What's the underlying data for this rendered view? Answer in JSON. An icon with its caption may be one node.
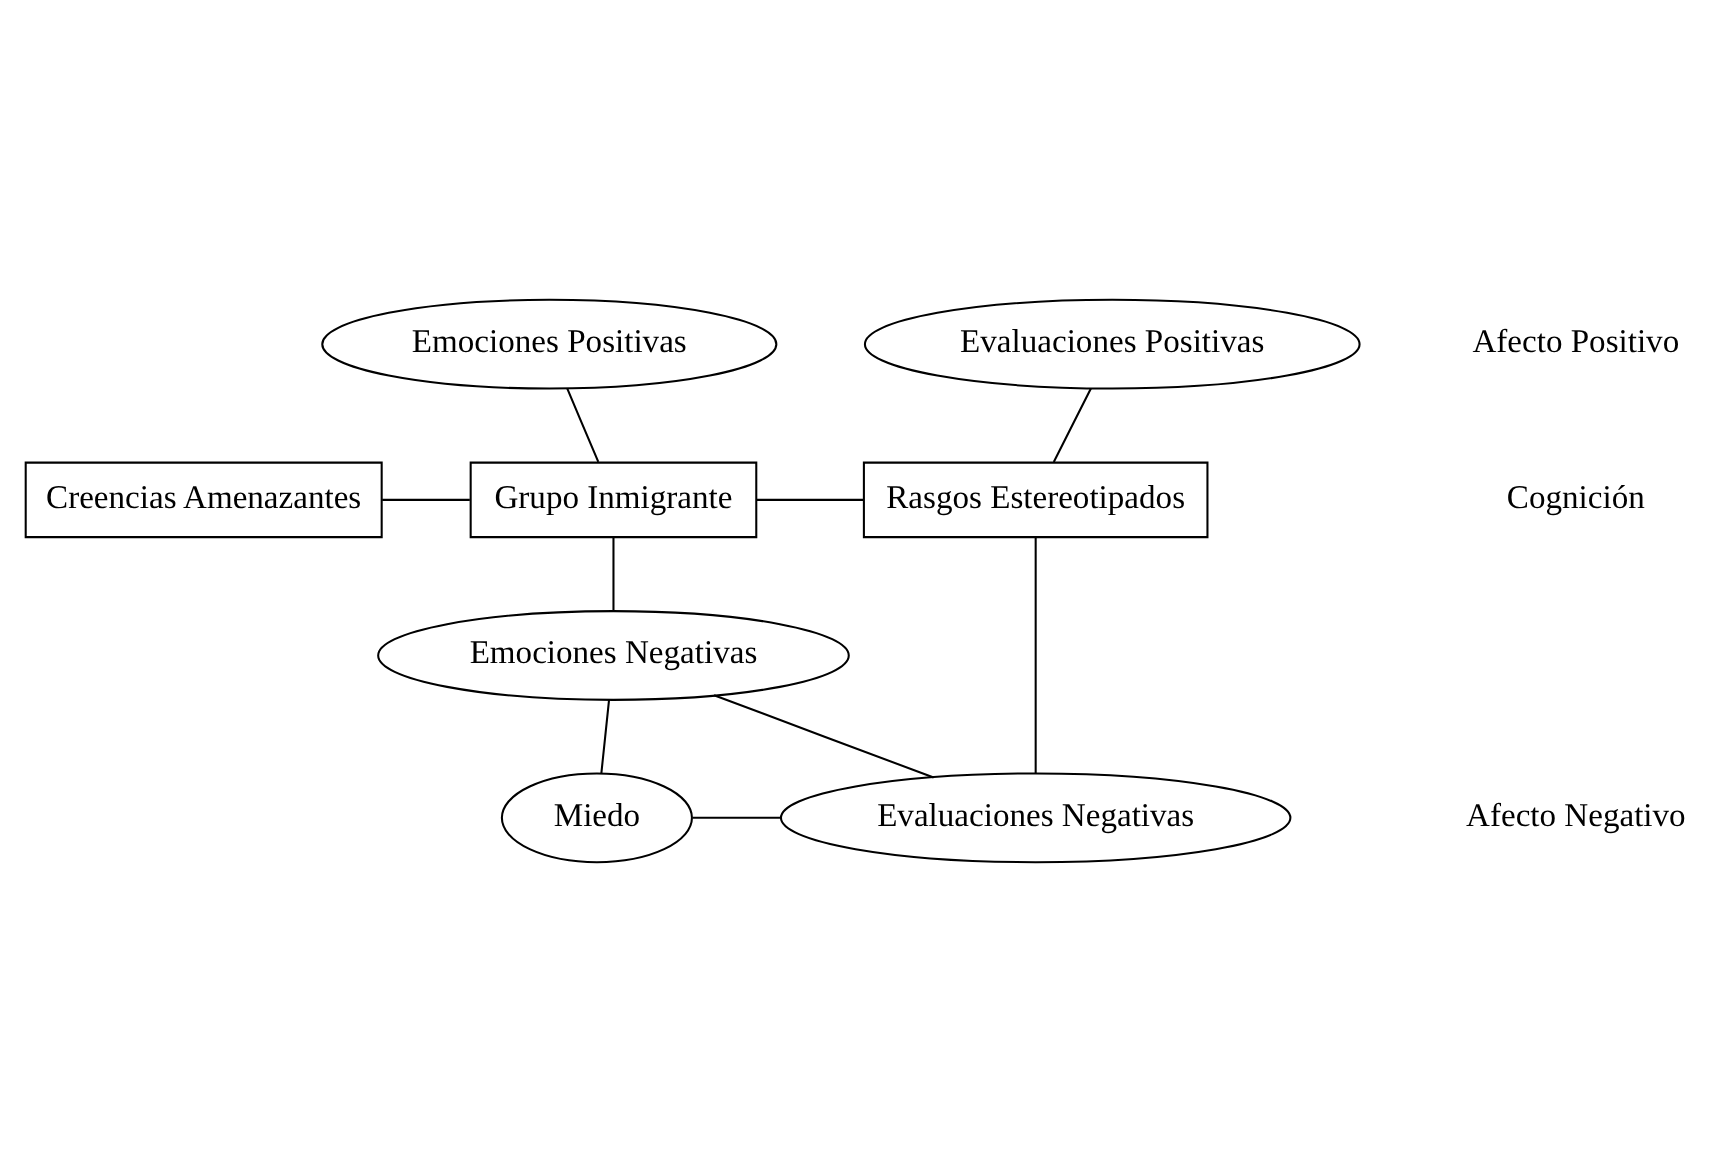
{
  "diagram": {
    "nodes": [
      {
        "text": [
          "Emociones Positivas"
        ]
      },
      {
        "text": [
          "Evaluaciones Positivas"
        ]
      },
      {
        "text": [
          "Creencias Amenazantes"
        ]
      },
      {
        "text": [
          "Grupo Inmigrante"
        ]
      },
      {
        "text": [
          "Rasgos Estereotipados"
        ]
      },
      {
        "text": [
          "Emociones Negativas"
        ]
      },
      {
        "text": [
          "Miedo"
        ]
      },
      {
        "text": [
          "Evaluaciones Negativas"
        ]
      }
    ],
    "edges": [
      {
        "from": 0,
        "to": 3,
        "arrow": "none"
      },
      {
        "from": 1,
        "to": 4,
        "arrow": "none"
      },
      {
        "from": 2,
        "to": 3,
        "arrow": "none"
      },
      {
        "from": 3,
        "to": 4,
        "arrow": "none"
      },
      {
        "from": 3,
        "to": 5,
        "arrow": "none"
      },
      {
        "from": 4,
        "to": 7,
        "arrow": "none"
      },
      {
        "from": 5,
        "to": 6,
        "arrow": "none"
      },
      {
        "from": 5,
        "to": 7,
        "arrow": "none"
      },
      {
        "from": 6,
        "to": 7,
        "arrow": "none"
      }
    ],
    "labels": [
      "Afecto Positivo",
      "Cognición",
      "Afecto Negativo"
    ]
  }
}
